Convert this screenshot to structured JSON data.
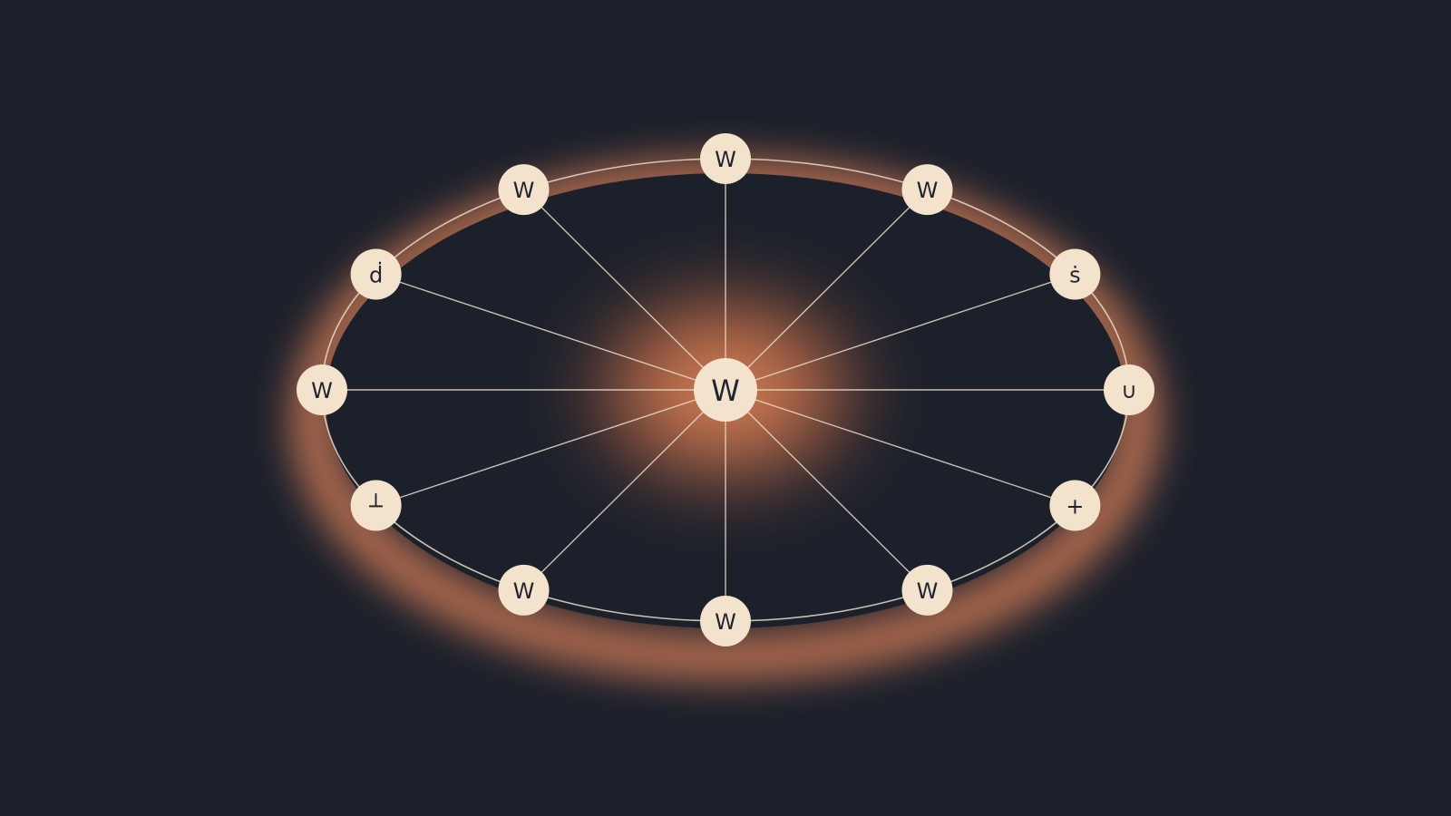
{
  "diagram": {
    "center_node": {
      "label": "W"
    },
    "outer_nodes": [
      {
        "label": "W"
      },
      {
        "label": "W"
      },
      {
        "label": "ḋ"
      },
      {
        "label": "ṡ"
      },
      {
        "label": "┴"
      },
      {
        "label": "∪"
      },
      {
        "label": "W"
      },
      {
        "label": "W"
      },
      {
        "label": "W"
      },
      {
        "label": "W"
      },
      {
        "label": "W"
      },
      {
        "label": "+"
      }
    ],
    "colors": {
      "background": "#1c202b",
      "node_fill": "#f3e3cc",
      "node_text": "#1f2430",
      "line": "#e9dcc8",
      "glow": "#e0835a"
    }
  }
}
